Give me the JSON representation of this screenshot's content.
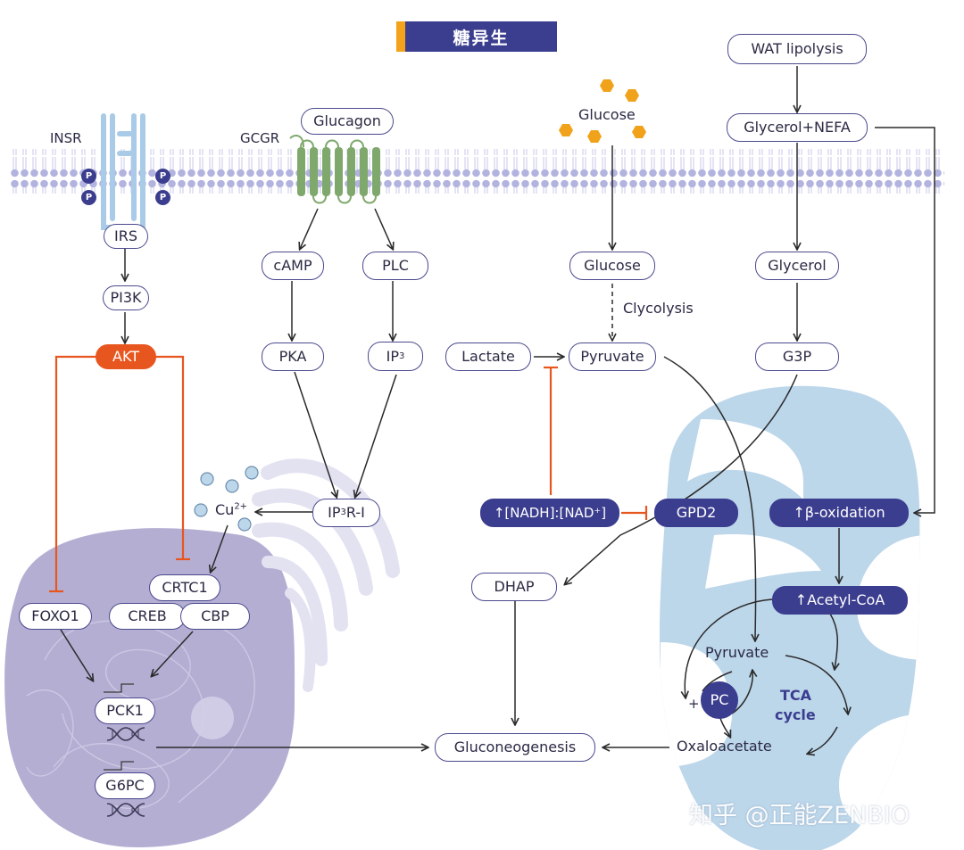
{
  "title": "糖异生",
  "receptors": {
    "insr": "INSR",
    "gcgr": "GCGR",
    "phospho": "P"
  },
  "nodes": {
    "glucagon": "Glucagon",
    "irs": "IRS",
    "pi3k": "PI3K",
    "akt": "AKT",
    "camp": "cAMP",
    "plc": "PLC",
    "pka": "PKA",
    "ip3_main": "IP",
    "ip3_sub": "3",
    "ip3r_main": "IP",
    "ip3r_sub": "3",
    "ip3r_tail": "R-I",
    "cu_main": "Cu",
    "cu_sup": "2+",
    "crtc1": "CRTC1",
    "creb": "CREB",
    "cbp": "CBP",
    "foxo1": "FOXO1",
    "pck1": "PCK1",
    "g6pc": "G6PC",
    "glucose_top": "Glucose",
    "glucose_mid": "Glucose",
    "glycolysis": "Clycolysis",
    "lactate": "Lactate",
    "pyruvate_cyto": "Pyruvate",
    "nadh_ratio": "↑[NADH]:[NAD⁺]",
    "gpd2": "GPD2",
    "dhap": "DHAP",
    "gluconeogenesis": "Gluconeogenesis",
    "wat_lipolysis": "WAT lipolysis",
    "glycerol_nefa": "Glycerol+NEFA",
    "glycerol": "Glycerol",
    "g3p": "G3P",
    "beta_oxidation": "↑β-oxidation",
    "acetyl_coa": "↑Acetyl-CoA",
    "pyruvate_mito": "Pyruvate",
    "pc": "PC",
    "pc_plus": "+",
    "tca_line1": "TCA",
    "tca_line2": "cycle",
    "oxaloacetate": "Oxaloacetate"
  },
  "watermark": "知乎 @正能ZENBIO",
  "colors": {
    "accent_navy": "#3b3d8f",
    "inhibit_orange": "#e8561f",
    "membrane": "#b3b3e0",
    "receptor_blue": "#a9cbe8",
    "gcgr_green": "#7fa86c",
    "mitochondria": "#bcd6ea",
    "nucleus": "#b4aed3",
    "er": "#e3e2f1",
    "glucose_hex": "#f0a21b"
  }
}
